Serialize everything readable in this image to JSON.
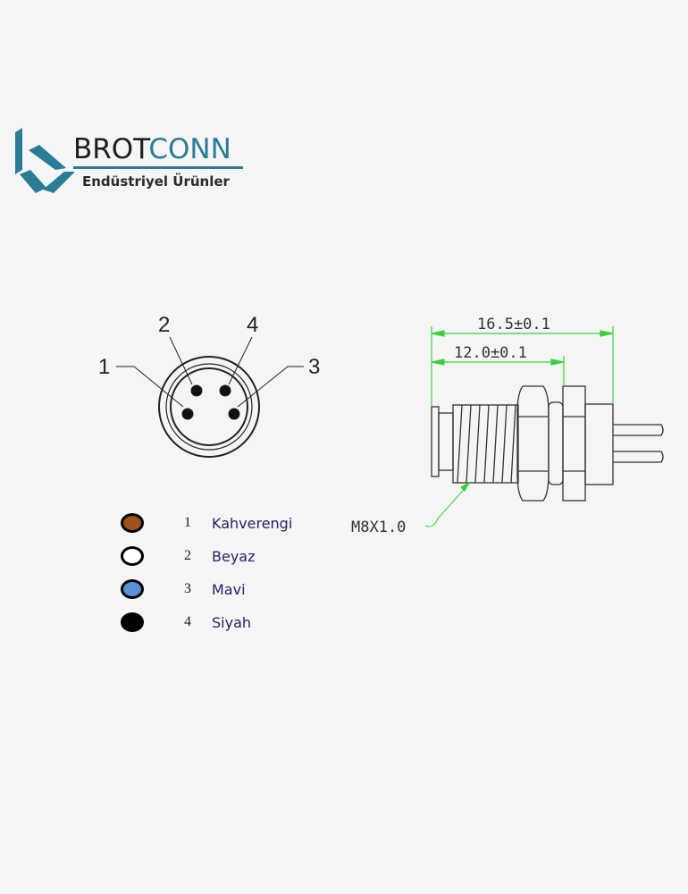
{
  "logo": {
    "brand_part1": "BROT",
    "brand_part2": "CONN",
    "tagline": "Endüstriyel Ürünler",
    "brand_color": "#2b7d96"
  },
  "pin_diagram": {
    "pin_labels": [
      "1",
      "2",
      "3",
      "4"
    ]
  },
  "legend": [
    {
      "pin": "1",
      "label": "Kahverengi",
      "color": "#a0521d"
    },
    {
      "pin": "2",
      "label": "Beyaz",
      "color": "#ffffff"
    },
    {
      "pin": "3",
      "label": "Mavi",
      "color": "#5b8fd6"
    },
    {
      "pin": "4",
      "label": "Siyah",
      "color": "#000000"
    }
  ],
  "side_view": {
    "dim_total": "16.5±0.1",
    "dim_thread": "12.0±0.1",
    "thread_label": "M8X1.0"
  }
}
